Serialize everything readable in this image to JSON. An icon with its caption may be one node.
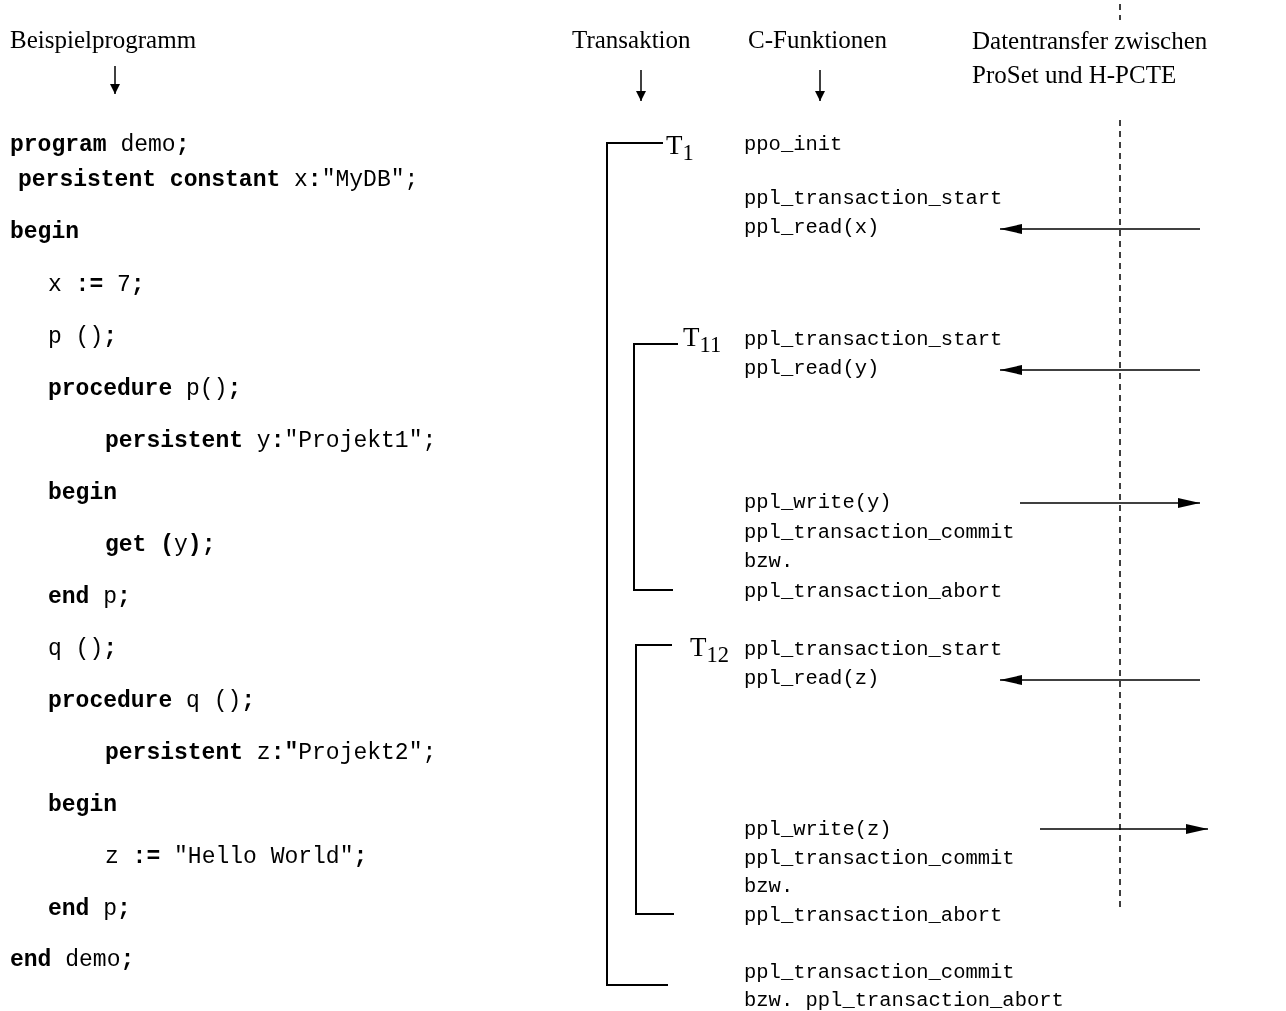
{
  "diagram": {
    "labels": [
      "Beispielprogramm",
      "Transaktion",
      "C-Funktionen",
      "Datentransfer zwischen ProSet und H-PCTE",
      "**program** demo**;**",
      "**persistent constant** x**:**\"MyDB\";",
      "**begin**",
      "x **:=** 7**;**",
      "p ()**;**",
      "**procedure** p()**;**",
      "**persistent** y**:**\"Projekt1\";",
      "**begin**",
      "**get (**y**);**",
      "**end** p**;**",
      "q ()**;**",
      "**procedure** q ()**;**",
      "**persistent** z**:\"**Projekt2\";",
      "**begin**",
      "z **:=** \"Hello World\"**;**",
      "**end** p**;**",
      "**end** demo**;**",
      "T$_{1}$",
      "ppo_init",
      "ppl_transaction_start",
      "ppl_read(x)",
      "T$_{11}$",
      "ppl_transaction_start",
      "ppl_read(y)",
      "ppl_write(y)",
      "ppl_transaction_commit",
      "bzw.",
      "ppl_transaction_abort",
      "T$_{12}$",
      "ppl_transaction_start",
      "ppl_read(z)",
      "ppl_write(z)",
      "ppl_transaction_commit",
      "bzw.",
      "ppl_transaction_abort",
      "ppl_transaction_commit",
      "bzw. ppl_transaction_abort"
    ]
  }
}
